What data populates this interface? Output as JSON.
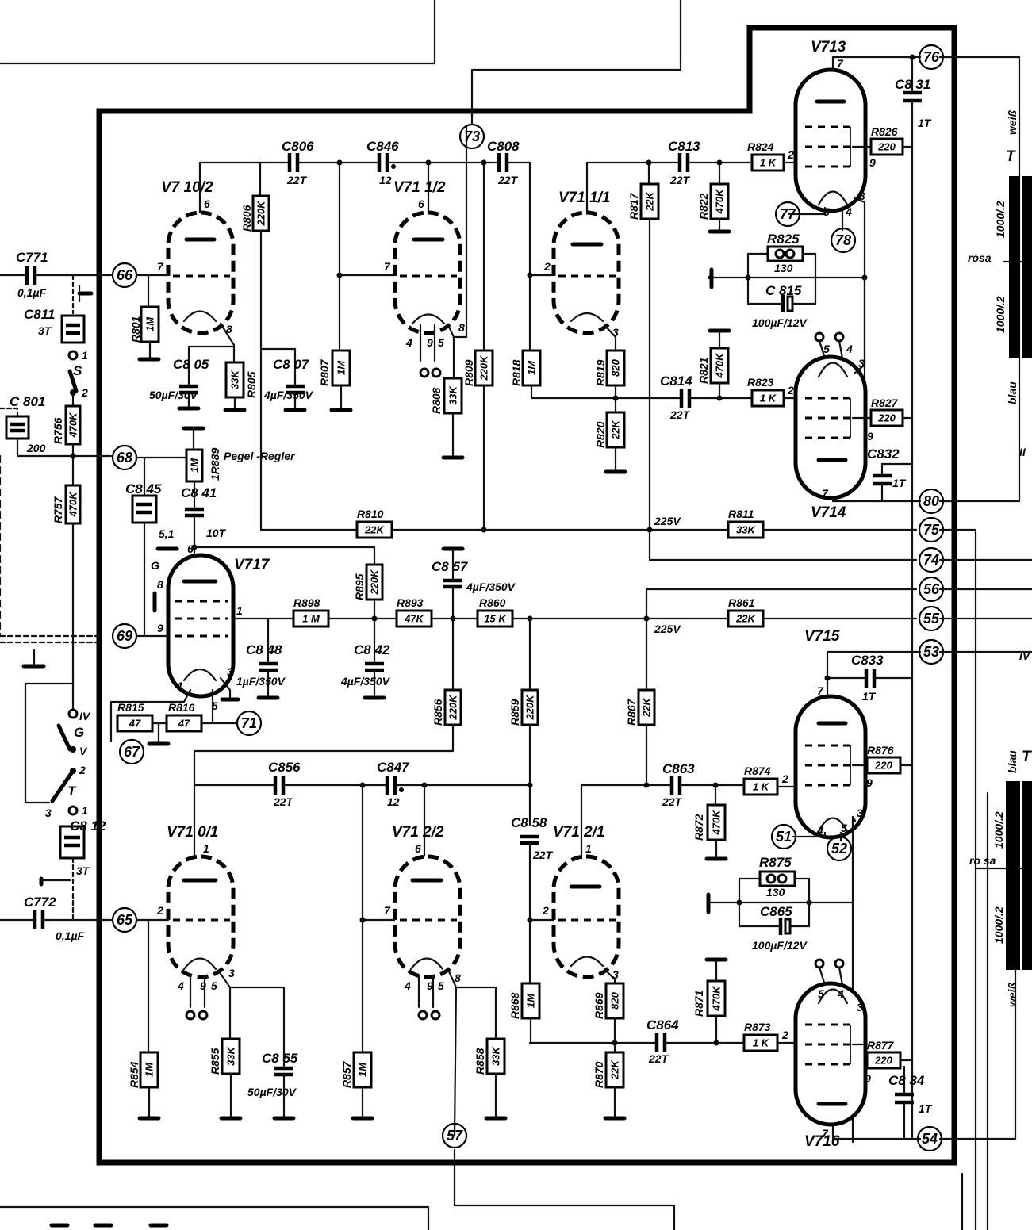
{
  "tubes": {
    "v710_2": "V7 10/2",
    "v711_2": "V71 1/2",
    "v711_1": "V71 1/1",
    "v713": "V713",
    "v714": "V714",
    "v717": "V717",
    "v715": "V715",
    "v710_1": "V71 0/1",
    "v712_2": "V71 2/2",
    "v712_1": "V71 2/1",
    "v716": "V716"
  },
  "nodes": [
    "73",
    "66",
    "68",
    "69",
    "65",
    "57",
    "71",
    "67",
    "77",
    "78",
    "76",
    "80",
    "75",
    "74",
    "56",
    "55",
    "53",
    "51",
    "52",
    "54"
  ],
  "resistors": {
    "r806": {
      "name": "R806",
      "value": "220K"
    },
    "r801": {
      "name": "R801",
      "value": "1M"
    },
    "r805": {
      "name": "R805",
      "value": "33K"
    },
    "r807": {
      "name": "R807",
      "value": "1M"
    },
    "r809": {
      "name": "R809",
      "value": "220K"
    },
    "r808": {
      "name": "R808",
      "value": "33K"
    },
    "r818": {
      "name": "R818",
      "value": "1M"
    },
    "r819": {
      "name": "R819",
      "value": "820"
    },
    "r820": {
      "name": "R820",
      "value": "22K"
    },
    "r817": {
      "name": "R817",
      "value": "22K"
    },
    "r822": {
      "name": "R822",
      "value": "470K"
    },
    "r821": {
      "name": "R821",
      "value": "470K"
    },
    "r824": {
      "name": "R824",
      "value": "1 K"
    },
    "r823": {
      "name": "R823",
      "value": "1 K"
    },
    "r826": {
      "name": "R826",
      "value": "220"
    },
    "r827": {
      "name": "R827",
      "value": "220"
    },
    "r825": {
      "name": "R825",
      "value": "130"
    },
    "r756": {
      "name": "R756",
      "value": "470K"
    },
    "r757": {
      "name": "R757",
      "value": "470K"
    },
    "r889": {
      "name": "1R889",
      "value": "1M"
    },
    "r810": {
      "name": "R810",
      "value": "22K"
    },
    "r811": {
      "name": "R811",
      "value": "33K"
    },
    "r895": {
      "name": "R895",
      "value": "220K"
    },
    "r898": {
      "name": "R898",
      "value": "1 M"
    },
    "r893": {
      "name": "R893",
      "value": "47K"
    },
    "r860": {
      "name": "R860",
      "value": "15 K"
    },
    "r861": {
      "name": "R861",
      "value": "22K"
    },
    "r815": {
      "name": "R815",
      "value": "47"
    },
    "r816": {
      "name": "R816",
      "value": "47"
    },
    "r856": {
      "name": "R856",
      "value": "220K"
    },
    "r859": {
      "name": "R859",
      "value": "220K"
    },
    "r867": {
      "name": "R867",
      "value": "22K"
    },
    "r874": {
      "name": "R874",
      "value": "1 K"
    },
    "r876": {
      "name": "R876",
      "value": "220"
    },
    "r872": {
      "name": "R872",
      "value": "470K"
    },
    "r875": {
      "name": "R875",
      "value": "130"
    },
    "r854": {
      "name": "R854",
      "value": "1M"
    },
    "r855": {
      "name": "R855",
      "value": "33K"
    },
    "r857": {
      "name": "R857",
      "value": "1M"
    },
    "r858": {
      "name": "R858",
      "value": "33K"
    },
    "r868": {
      "name": "R868",
      "value": "1M"
    },
    "r869": {
      "name": "R869",
      "value": "820"
    },
    "r870": {
      "name": "R870",
      "value": "22K"
    },
    "r871": {
      "name": "R871",
      "value": "470K"
    },
    "r873": {
      "name": "R873",
      "value": "1 K"
    },
    "r877": {
      "name": "R877",
      "value": "220"
    }
  },
  "capacitors": {
    "c771": {
      "name": "C771",
      "value": "0,1µF"
    },
    "c811": {
      "name": "C811",
      "value": "3T"
    },
    "c801": {
      "name": "C 801",
      "value": "200"
    },
    "c806": {
      "name": "C806",
      "value": "22T"
    },
    "c846": {
      "name": "C846",
      "value": "12"
    },
    "c808": {
      "name": "C808",
      "value": "22T"
    },
    "c813": {
      "name": "C813",
      "value": "22T"
    },
    "c831": {
      "name": "C8 31",
      "value": "1T"
    },
    "c805": {
      "name": "C8 05",
      "value": "50µF/30V"
    },
    "c807": {
      "name": "C8 07",
      "value": "4µF/350V"
    },
    "c815": {
      "name": "C 815",
      "value": "100µF/12V"
    },
    "c814": {
      "name": "C814",
      "value": "22T"
    },
    "c832": {
      "name": "C832",
      "value": "1T"
    },
    "c845": {
      "name": "C8 45",
      "value": "5,1"
    },
    "c841": {
      "name": "C8 41",
      "value": "10T"
    },
    "c857": {
      "name": "C8 57",
      "value": "4µF/350V"
    },
    "c848": {
      "name": "C8 48",
      "value": "1µF/350V"
    },
    "c842": {
      "name": "C8 42",
      "value": "4µF/350V"
    },
    "c833": {
      "name": "C833",
      "value": "1T"
    },
    "c856": {
      "name": "C856",
      "value": "22T"
    },
    "c847": {
      "name": "C847",
      "value": "12"
    },
    "c858": {
      "name": "C8 58",
      "value": "22T"
    },
    "c863": {
      "name": "C863",
      "value": "22T"
    },
    "c812": {
      "name": "C8 12",
      "value": "3T"
    },
    "c772": {
      "name": "C772",
      "value": "0,1µF"
    },
    "c855": {
      "name": "C8 55",
      "value": "50µF/30V"
    },
    "c865": {
      "name": "C865",
      "value": "100µF/12V"
    },
    "c864": {
      "name": "C864",
      "value": "22T"
    },
    "c834": {
      "name": "C8 34",
      "value": "1T"
    }
  },
  "labels": {
    "pegel": "Pegel -Regler",
    "v225a": "225V",
    "v225b": "225V",
    "sw_s": "S",
    "sw_g": "G",
    "sw_t": "T",
    "sw_iv": "IV",
    "sw_v": "V",
    "trafo1_weiss": "weiß",
    "trafo1_rosa": "rosa",
    "trafo1_blau": "blau",
    "trafo1_t1": "1000/.2",
    "trafo1_t2": "1000/.2",
    "trafo1_T": "T",
    "trafo2_blau": "blau",
    "trafo2_rosa": "ro sa",
    "trafo2_weiss": "weiß",
    "trafo2_t1": "1000/.2",
    "trafo2_t2": "1000/.2",
    "trafo2_T": "T",
    "roman_ii": "II",
    "roman_iv": "IV",
    "pin_1": "1",
    "pin_2": "2",
    "pin_3": "3",
    "pin_4": "4",
    "pin_5": "5",
    "pin_6": "6",
    "pin_7": "7",
    "pin_8": "8",
    "pin_9": "9"
  }
}
